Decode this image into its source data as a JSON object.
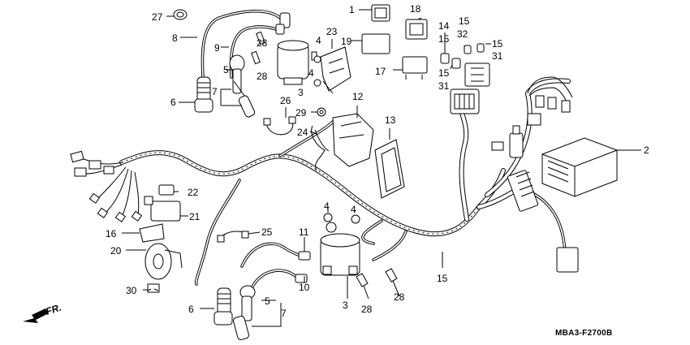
{
  "diagram_code": "MBA3-F2700B",
  "direction_label": "FR.",
  "colors": {
    "line": "#000000",
    "background": "#ffffff"
  },
  "callouts": {
    "c1": "1",
    "c2": "2",
    "c3a": "3",
    "c3b": "3",
    "c4a": "4",
    "c4b": "4",
    "c4c": "4",
    "c4d": "4",
    "c5a": "5",
    "c5b": "5",
    "c6a": "6",
    "c6b": "6",
    "c7a": "7",
    "c7b": "7",
    "c8": "8",
    "c9": "9",
    "c10": "10",
    "c11": "11",
    "c12": "12",
    "c13": "13",
    "c14": "14",
    "c15a": "15",
    "c15b": "15",
    "c15c": "15",
    "c15d": "15",
    "c15e": "15",
    "c16": "16",
    "c17": "17",
    "c18": "18",
    "c19": "19",
    "c20": "20",
    "c21": "21",
    "c22": "22",
    "c23": "23",
    "c24": "24",
    "c25": "25",
    "c26": "26",
    "c27": "27",
    "c28a": "28",
    "c28b": "28",
    "c28c": "28",
    "c28d": "28",
    "c29": "29",
    "c30": "30",
    "c31a": "31",
    "c31b": "31",
    "c32": "32"
  }
}
